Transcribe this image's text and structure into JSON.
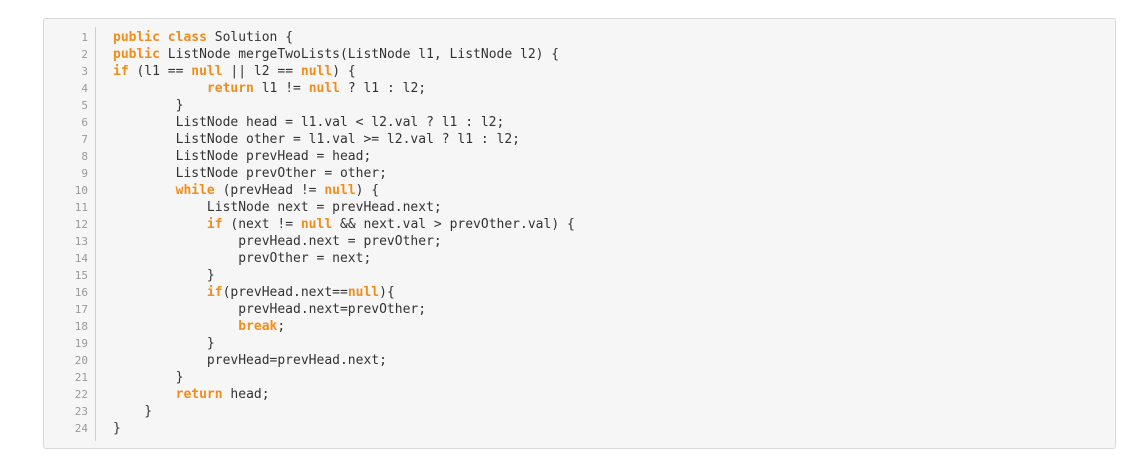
{
  "theme": {
    "panel_bg": "#f6f6f6",
    "keyword": "#f08d1b",
    "text": "#333333",
    "gutter_text": "#999999"
  },
  "code": {
    "line_numbers": [
      "1",
      "2",
      "3",
      "4",
      "5",
      "6",
      "7",
      "8",
      "9",
      "10",
      "11",
      "12",
      "13",
      "14",
      "15",
      "16",
      "17",
      "18",
      "19",
      "20",
      "21",
      "22",
      "23",
      "24"
    ],
    "lines": [
      [
        {
          "k": "kw",
          "t": "public"
        },
        {
          "k": "tx",
          "t": " "
        },
        {
          "k": "kw",
          "t": "class"
        },
        {
          "k": "tx",
          "t": " Solution {"
        }
      ],
      [
        {
          "k": "kw",
          "t": "public"
        },
        {
          "k": "tx",
          "t": " ListNode mergeTwoLists(ListNode l1, ListNode l2) {"
        }
      ],
      [
        {
          "k": "kw",
          "t": "if"
        },
        {
          "k": "tx",
          "t": " (l1 == "
        },
        {
          "k": "kw",
          "t": "null"
        },
        {
          "k": "tx",
          "t": " || l2 == "
        },
        {
          "k": "kw",
          "t": "null"
        },
        {
          "k": "tx",
          "t": ") {"
        }
      ],
      [
        {
          "k": "tx",
          "t": "            "
        },
        {
          "k": "kw",
          "t": "return"
        },
        {
          "k": "tx",
          "t": " l1 != "
        },
        {
          "k": "kw",
          "t": "null"
        },
        {
          "k": "tx",
          "t": " ? l1 : l2;"
        }
      ],
      [
        {
          "k": "tx",
          "t": "        }"
        }
      ],
      [
        {
          "k": "tx",
          "t": "        ListNode head = l1.val < l2.val ? l1 : l2;"
        }
      ],
      [
        {
          "k": "tx",
          "t": "        ListNode other = l1.val >= l2.val ? l1 : l2;"
        }
      ],
      [
        {
          "k": "tx",
          "t": "        ListNode prevHead = head;"
        }
      ],
      [
        {
          "k": "tx",
          "t": "        ListNode prevOther = other;"
        }
      ],
      [
        {
          "k": "tx",
          "t": "        "
        },
        {
          "k": "kw",
          "t": "while"
        },
        {
          "k": "tx",
          "t": " (prevHead != "
        },
        {
          "k": "kw",
          "t": "null"
        },
        {
          "k": "tx",
          "t": ") {"
        }
      ],
      [
        {
          "k": "tx",
          "t": "            ListNode next = prevHead.next;"
        }
      ],
      [
        {
          "k": "tx",
          "t": "            "
        },
        {
          "k": "kw",
          "t": "if"
        },
        {
          "k": "tx",
          "t": " (next != "
        },
        {
          "k": "kw",
          "t": "null"
        },
        {
          "k": "tx",
          "t": " && next.val > prevOther.val) {"
        }
      ],
      [
        {
          "k": "tx",
          "t": "                prevHead.next = prevOther;"
        }
      ],
      [
        {
          "k": "tx",
          "t": "                prevOther = next;"
        }
      ],
      [
        {
          "k": "tx",
          "t": "            }"
        }
      ],
      [
        {
          "k": "tx",
          "t": "            "
        },
        {
          "k": "kw",
          "t": "if"
        },
        {
          "k": "tx",
          "t": "(prevHead.next=="
        },
        {
          "k": "kw",
          "t": "null"
        },
        {
          "k": "tx",
          "t": "){"
        }
      ],
      [
        {
          "k": "tx",
          "t": "                prevHead.next=prevOther;"
        }
      ],
      [
        {
          "k": "tx",
          "t": "                "
        },
        {
          "k": "kw",
          "t": "break"
        },
        {
          "k": "tx",
          "t": ";"
        }
      ],
      [
        {
          "k": "tx",
          "t": "            }"
        }
      ],
      [
        {
          "k": "tx",
          "t": "            prevHead=prevHead.next;"
        }
      ],
      [
        {
          "k": "tx",
          "t": "        }"
        }
      ],
      [
        {
          "k": "tx",
          "t": "        "
        },
        {
          "k": "kw",
          "t": "return"
        },
        {
          "k": "tx",
          "t": " head;"
        }
      ],
      [
        {
          "k": "tx",
          "t": "    }"
        }
      ],
      [
        {
          "k": "tx",
          "t": "}"
        }
      ]
    ]
  }
}
